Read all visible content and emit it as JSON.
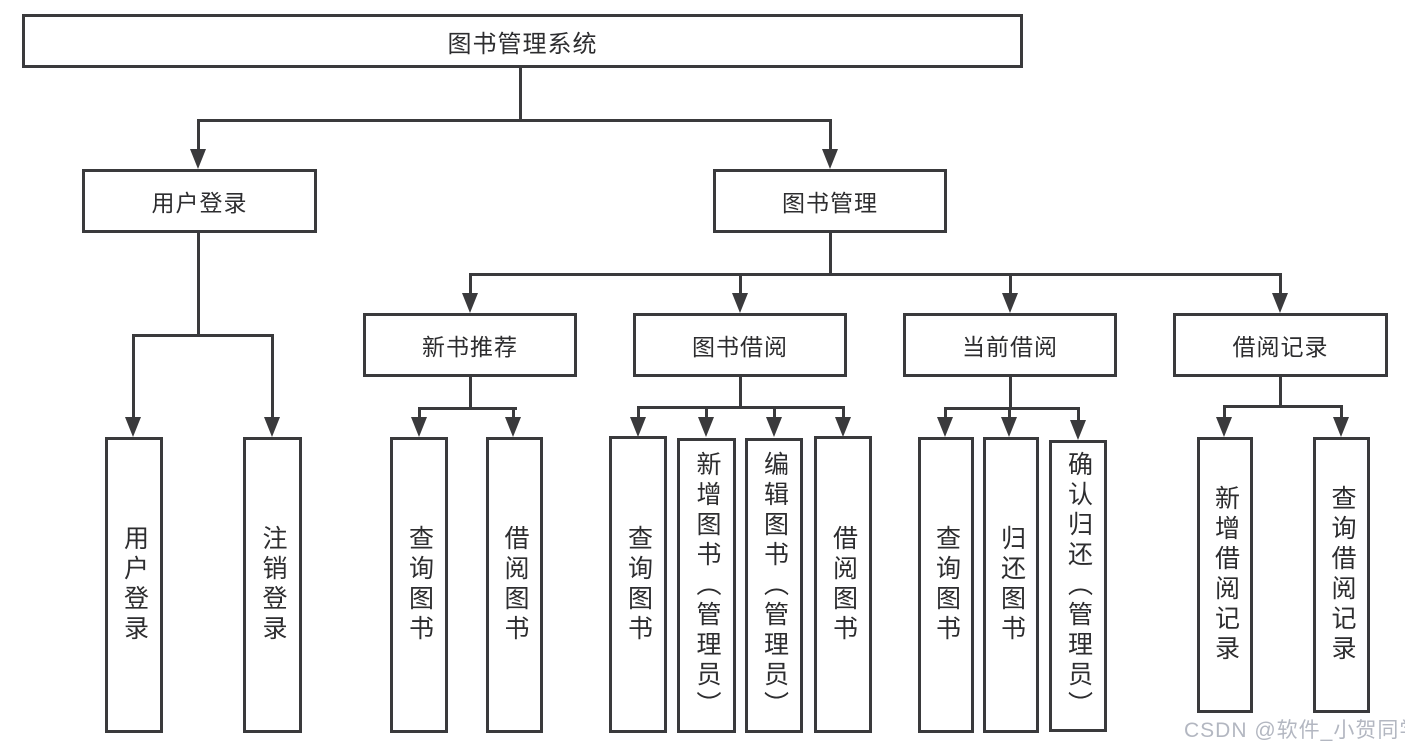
{
  "tree": {
    "root": {
      "label": "图书管理系统"
    },
    "branches": [
      {
        "label": "用户登录",
        "children": [
          {
            "label": "用户登录"
          },
          {
            "label": "注销登录"
          }
        ]
      },
      {
        "label": "图书管理",
        "children": [
          {
            "label": "新书推荐",
            "children": [
              {
                "label": "查询图书"
              },
              {
                "label": "借阅图书"
              }
            ]
          },
          {
            "label": "图书借阅",
            "children": [
              {
                "label": "查询图书"
              },
              {
                "label": "新增图书（管理员）"
              },
              {
                "label": "编辑图书（管理员）"
              },
              {
                "label": "借阅图书"
              }
            ]
          },
          {
            "label": "当前借阅",
            "children": [
              {
                "label": "查询图书"
              },
              {
                "label": "归还图书"
              },
              {
                "label": "确认归还（管理员）"
              }
            ]
          },
          {
            "label": "借阅记录",
            "children": [
              {
                "label": "新增借阅记录"
              },
              {
                "label": "查询借阅记录"
              }
            ]
          }
        ]
      }
    ]
  },
  "watermark": {
    "text": "CSDN @软件_小贺同学"
  },
  "colors": {
    "line": "#3a3a3c",
    "text": "#2d2d2f",
    "watermark": "#b3b7c1",
    "background": "#ffffff"
  }
}
